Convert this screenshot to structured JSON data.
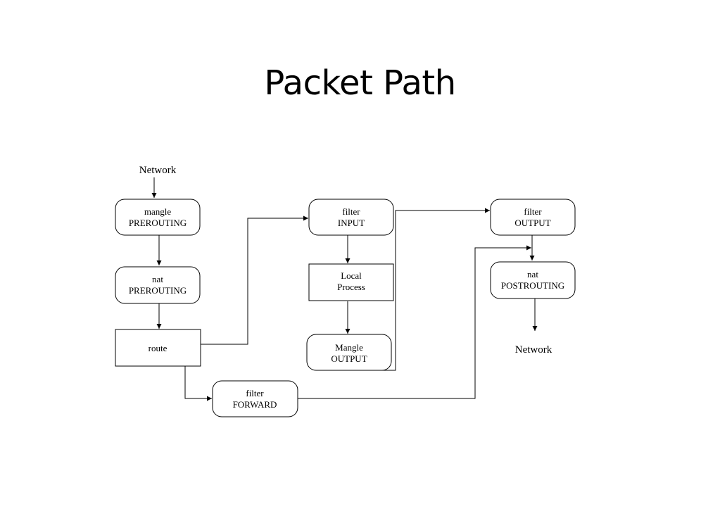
{
  "slide": {
    "title": "Packet Path"
  },
  "diagram": {
    "inputs": {
      "network_in": "Network",
      "network_out": "Network"
    },
    "nodes": {
      "mangle_prerouting": {
        "line1": "mangle",
        "line2": "PREROUTING",
        "shape": "rounded"
      },
      "nat_prerouting": {
        "line1": "nat",
        "line2": "PREROUTING",
        "shape": "rounded"
      },
      "route": {
        "line1": "route",
        "shape": "rect"
      },
      "filter_forward": {
        "line1": "filter",
        "line2": "FORWARD",
        "shape": "rounded"
      },
      "filter_input": {
        "line1": "filter",
        "line2": "INPUT",
        "shape": "rounded"
      },
      "local_process": {
        "line1": "Local",
        "line2": "Process",
        "shape": "rect"
      },
      "mangle_output": {
        "line1": "Mangle",
        "line2": "OUTPUT",
        "shape": "rounded"
      },
      "filter_output": {
        "line1": "filter",
        "line2": "OUTPUT",
        "shape": "rounded"
      },
      "nat_postrouting": {
        "line1": "nat",
        "line2": "POSTROUTING",
        "shape": "rounded"
      }
    },
    "edges": [
      [
        "network_in",
        "mangle_prerouting"
      ],
      [
        "mangle_prerouting",
        "nat_prerouting"
      ],
      [
        "nat_prerouting",
        "route"
      ],
      [
        "route",
        "filter_input"
      ],
      [
        "route",
        "filter_forward"
      ],
      [
        "filter_input",
        "local_process"
      ],
      [
        "local_process",
        "mangle_output"
      ],
      [
        "mangle_output",
        "filter_output"
      ],
      [
        "filter_forward",
        "nat_postrouting"
      ],
      [
        "filter_output",
        "nat_postrouting"
      ],
      [
        "nat_postrouting",
        "network_out"
      ]
    ]
  }
}
